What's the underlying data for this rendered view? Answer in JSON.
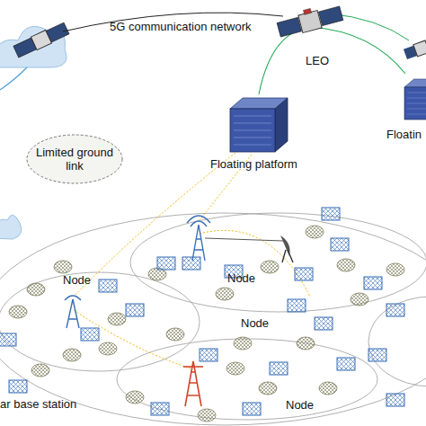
{
  "diagram": {
    "nodes": [
      {
        "text": [
          "LEO"
        ]
      },
      {
        "text": [
          "Floating platform"
        ]
      },
      {
        "text": [
          "Floatin"
        ]
      },
      {
        "text": [
          "Limited ground link"
        ]
      }
    ],
    "edges": [
      {
        "from": 0,
        "to": 1,
        "arrow": "none"
      },
      {
        "from": 0,
        "to": 2,
        "arrow": "none"
      }
    ],
    "labels": [
      "5G communication network",
      "Node",
      "Node",
      "Node",
      "Node",
      "ar base station"
    ]
  }
}
